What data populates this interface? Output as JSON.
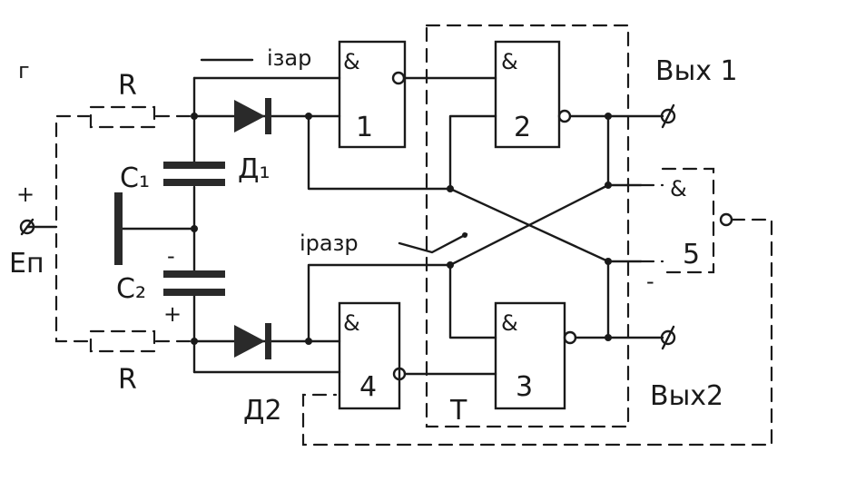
{
  "figure_label": "г",
  "resistor_label": "R",
  "capacitors": {
    "c1": "C₁",
    "c2": "C₂"
  },
  "diodes": {
    "d1": "Д₁",
    "d2": "Д2"
  },
  "supply": {
    "label": "Еп",
    "plus": "+"
  },
  "c2_polarity": {
    "minus": "-",
    "plus": "+"
  },
  "currents": {
    "charge": "iзар",
    "discharge": "iразр"
  },
  "gate_symbol": "&",
  "gates": {
    "g1": "1",
    "g2": "2",
    "g3": "3",
    "g4": "4",
    "g5": "5"
  },
  "trigger_label": "T",
  "outputs": {
    "out1": "Вых 1",
    "out2": "Вых2"
  },
  "terminal_symbol": "ø",
  "gate5_polarity": "-"
}
